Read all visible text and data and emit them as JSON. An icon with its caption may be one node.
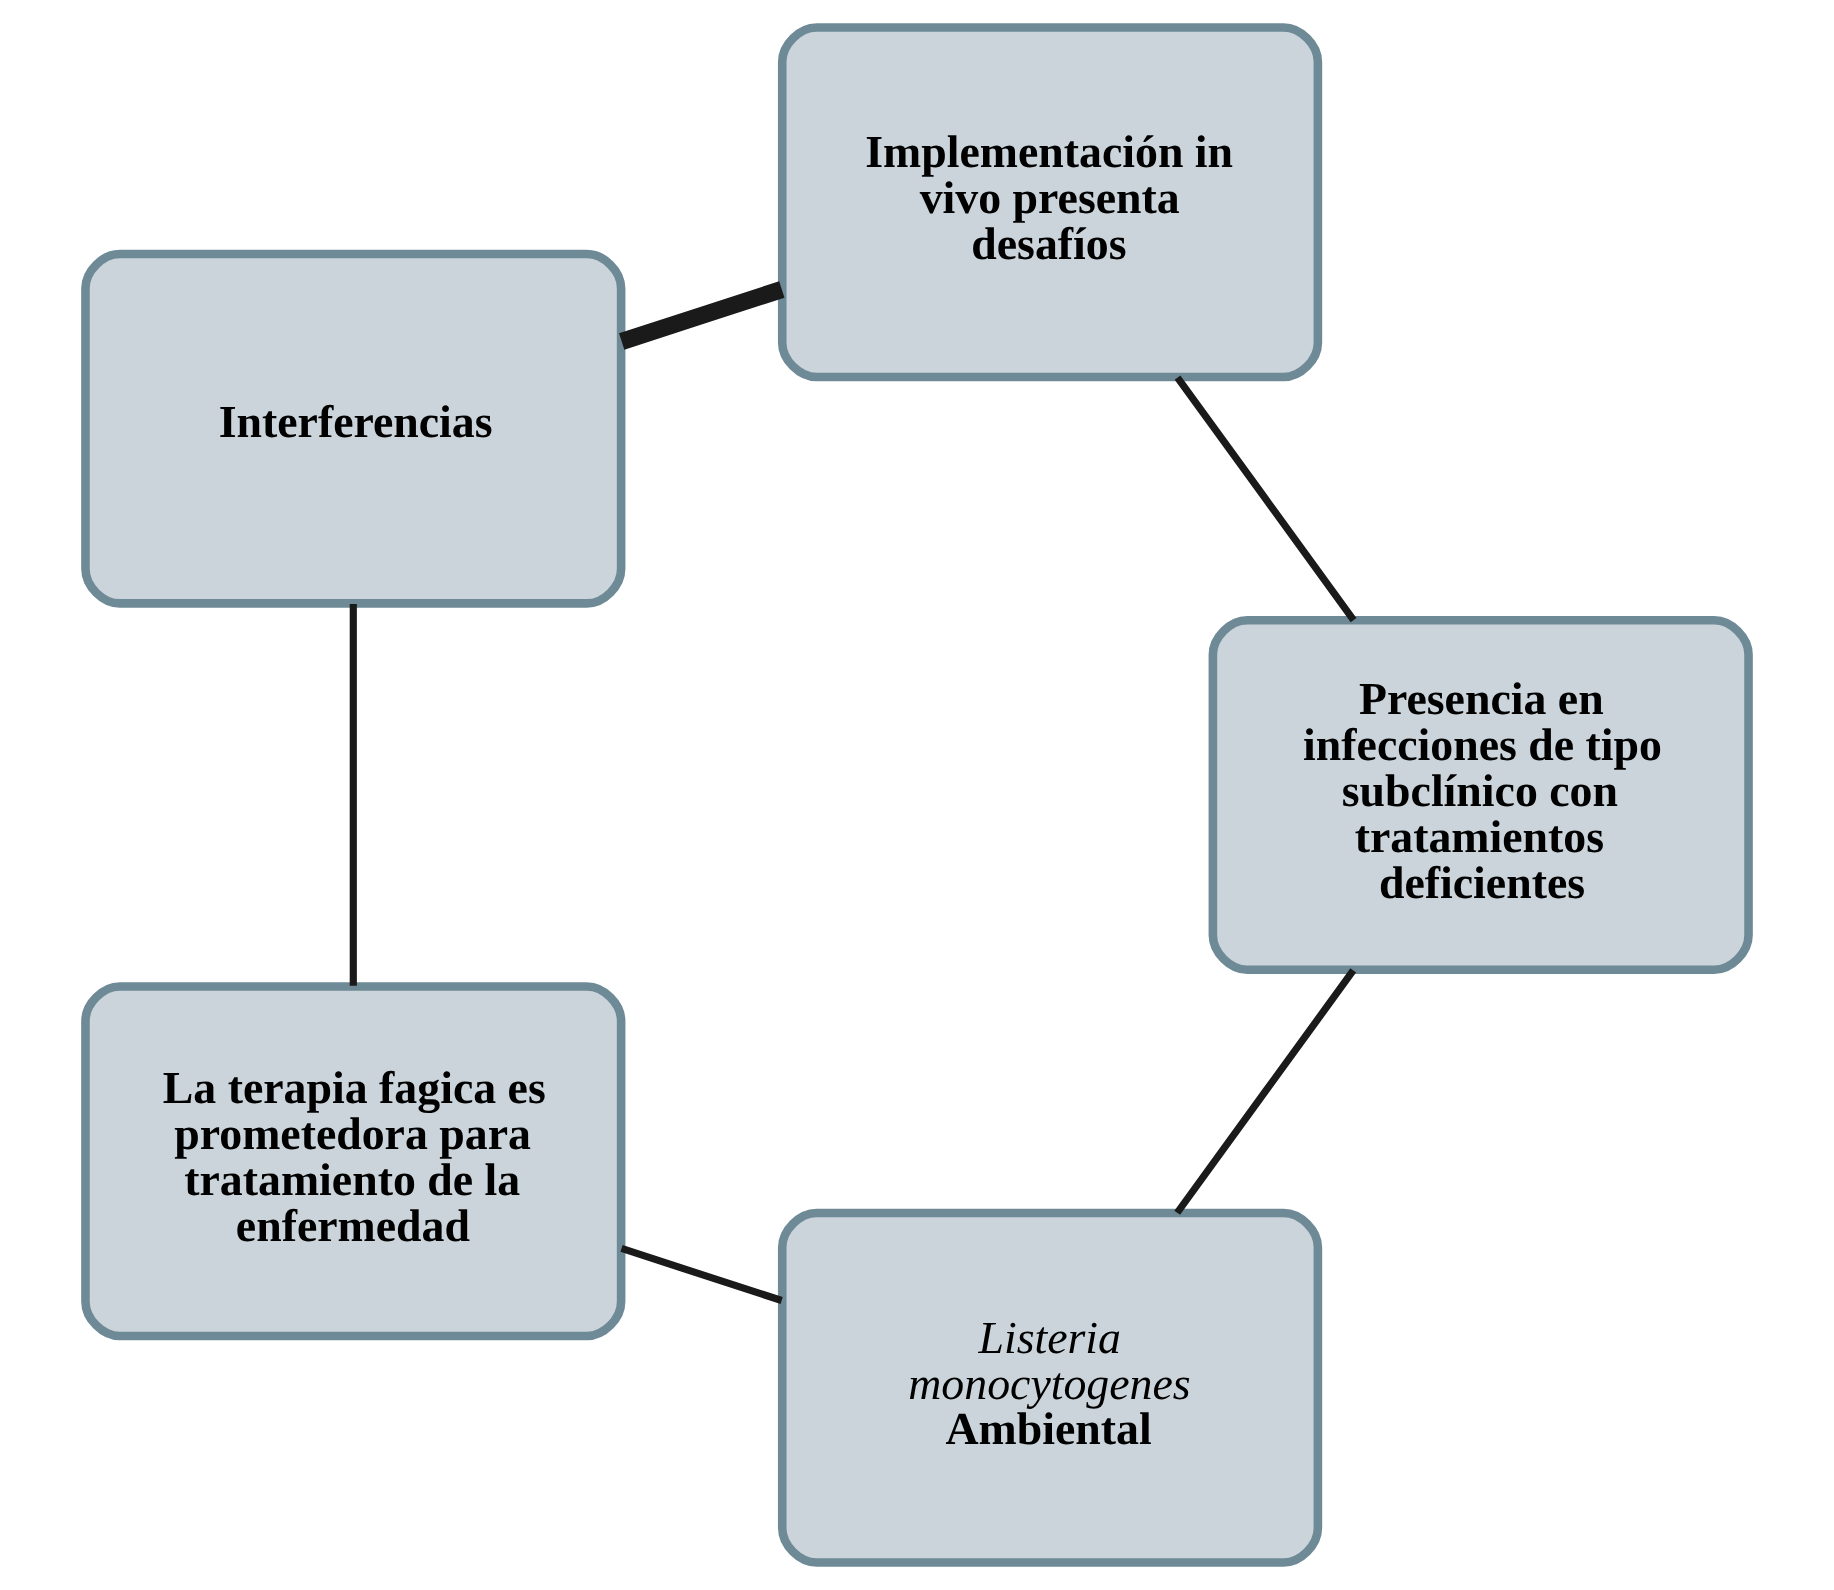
{
  "diagram": {
    "nodes": [
      {
        "text": [
          "Listeria monocytogenes",
          "Ambiental"
        ]
      },
      {
        "text": [
          "La terapia fagica es prometedora para tratamiento de la enfermedad"
        ]
      },
      {
        "text": [
          "Interferencias"
        ]
      },
      {
        "text": [
          "Implementación in vivo presenta desafíos"
        ]
      },
      {
        "text": [
          "Presencia en infecciones de tipo subclínico con tratamientos deficientes"
        ]
      }
    ],
    "edges": [
      {
        "from": 0,
        "to": 1,
        "arrow": "none"
      },
      {
        "from": 1,
        "to": 2,
        "arrow": "none"
      },
      {
        "from": 2,
        "to": 3,
        "arrow": "none",
        "style": "thick"
      },
      {
        "from": 3,
        "to": 4,
        "arrow": "none"
      },
      {
        "from": 4,
        "to": 0,
        "arrow": "none"
      }
    ]
  }
}
